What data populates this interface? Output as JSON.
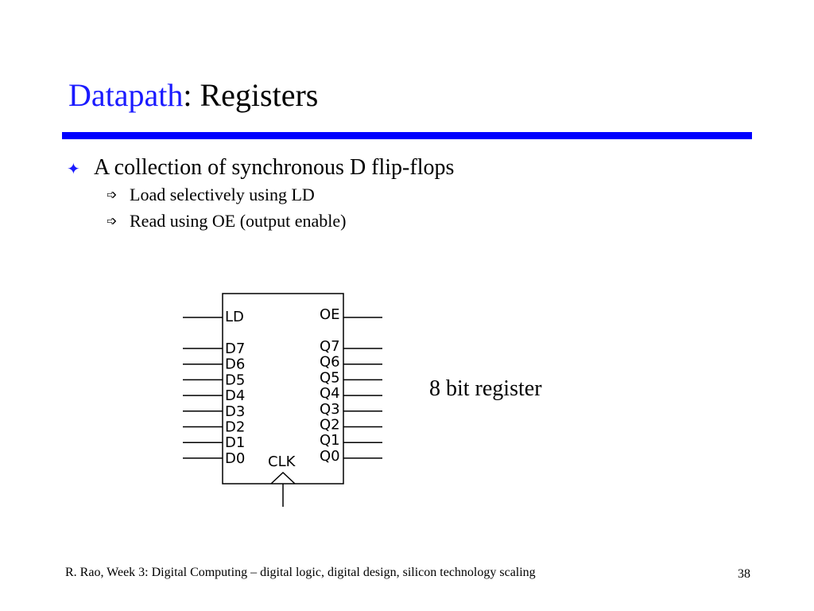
{
  "slide": {
    "title_accent": "Datapath",
    "title_rest": ": Registers",
    "bullets": [
      {
        "text": "A collection of synchronous D flip-flops",
        "subitems": [
          "Load selectively using LD",
          "Read using OE (output enable)"
        ]
      }
    ],
    "caption": "8 bit register",
    "footer": "R. Rao, Week 3: Digital Computing – digital logic, digital design, silicon technology scaling",
    "page_number": "38"
  },
  "register": {
    "load_label": "LD",
    "enable_label": "OE",
    "clock_label": "CLK",
    "inputs": [
      "D7",
      "D6",
      "D5",
      "D4",
      "D3",
      "D2",
      "D1",
      "D0"
    ],
    "outputs": [
      "Q7",
      "Q6",
      "Q5",
      "Q4",
      "Q3",
      "Q2",
      "Q1",
      "Q0"
    ]
  },
  "colors": {
    "accent": "#1a1aff",
    "rule": "#0000ff"
  }
}
